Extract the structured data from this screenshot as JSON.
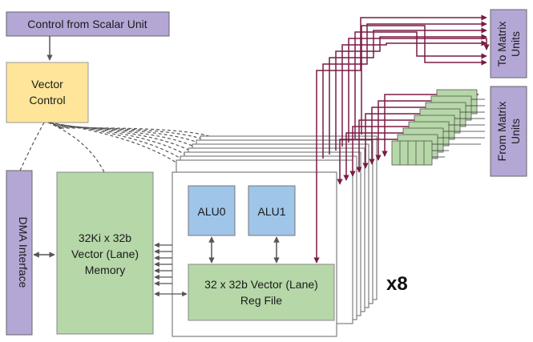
{
  "labels": {
    "control_from_scalar": "Control from Scalar Unit",
    "vector_control_line1": "Vector",
    "vector_control_line2": "Control",
    "dma_interface": "DMA Interface",
    "vector_memory_line1": "32Ki x 32b",
    "vector_memory_line2": "Vector (Lane)",
    "vector_memory_line3": "Memory",
    "alu0": "ALU0",
    "alu1": "ALU1",
    "reg_file_line1": "32 x 32b Vector (Lane)",
    "reg_file_line2": "Reg File",
    "multiplier": "x8",
    "to_matrix_units_line1": "To Matrix",
    "to_matrix_units_line2": "Units",
    "from_matrix_units_line1": "From Matrix",
    "from_matrix_units_line2": "Units"
  },
  "colors": {
    "purple_box": "#b4a7d6",
    "yellow_box": "#ffe599",
    "green_box": "#b6d7a8",
    "blue_box": "#9fc5e8",
    "maroon_line": "#7a1b45",
    "border": "#595959"
  }
}
